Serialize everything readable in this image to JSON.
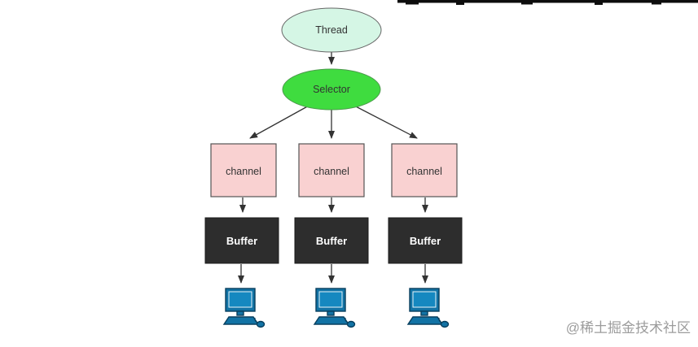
{
  "nodes": {
    "thread": {
      "label": "Thread",
      "fill": "#d5f6e5"
    },
    "selector": {
      "label": "Selector",
      "fill": "#3fdc3f"
    },
    "channel": {
      "label": "channel",
      "fill": "#f9d1d1"
    },
    "buffer": {
      "label": "Buffer",
      "fill": "#2d2d2d",
      "text_color": "#ffffff"
    },
    "computer": {
      "fill": "#1273a5",
      "screen_fill": "#1588c0"
    }
  },
  "arrows": {
    "color": "#333333"
  },
  "watermark": {
    "text": "@稀土掘金技术社区",
    "color": "#9c9c9c"
  }
}
